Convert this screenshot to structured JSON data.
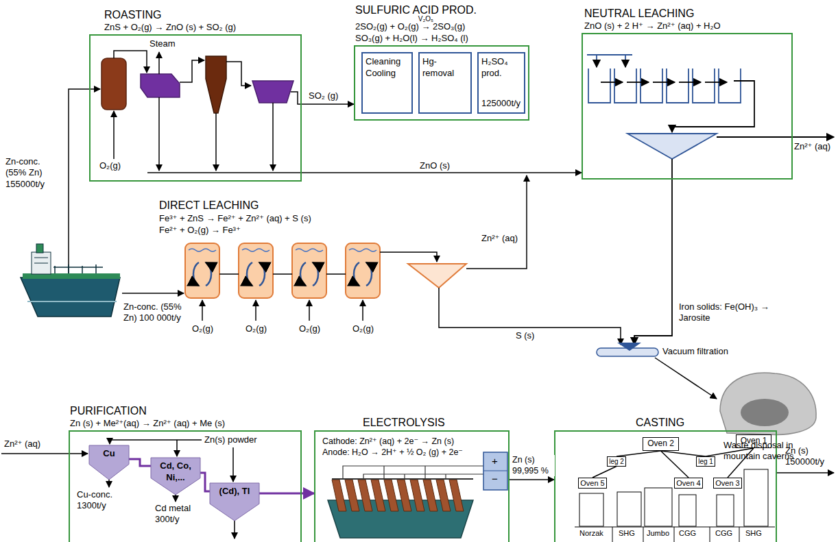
{
  "diagram": {
    "nodes": [
      {
        "text": [
          "ROASTING",
          "ZnS + O₂(g) → ZnO (s) + SO₂ (g)"
        ]
      },
      {
        "text": [
          "SULFURIC ACID PROD.",
          "2SO₂(g) + O₂(g) → 2SO₃(g)",
          "SO₃(g) + H₂O(l) → H₂SO₄ (l)"
        ]
      },
      {
        "text": [
          "Cleaning Cooling"
        ],
        "in": 1
      },
      {
        "text": [
          "Hg-removal"
        ],
        "in": 1
      },
      {
        "text": [
          "H₂SO₄ prod.",
          "125000t/y"
        ],
        "in": 1
      },
      {
        "text": [
          "NEUTRAL LEACHING",
          "ZnO (s) + 2 H⁺ → Zn²⁺ (aq) + H₂O"
        ]
      },
      {
        "text": [
          "PURIFICATION",
          "Zn (s) + Me²⁺(aq) → Zn²⁺ (aq) + Me (s)"
        ]
      },
      {
        "text": [
          "Cu"
        ],
        "in": 6
      },
      {
        "text": [
          "Cd, Co, Ni,..."
        ],
        "in": 6
      },
      {
        "text": [
          "(Cd), Tl"
        ],
        "in": 6
      },
      {
        "text": [
          "ELECTROLYSIS",
          "Cathode: Zn²⁺ (aq) + 2e⁻ → Zn (s)",
          "Anode: H₂O → 2H⁺ + ½ O₂ (g) + 2e⁻"
        ]
      },
      {
        "text": [
          "CASTING"
        ]
      },
      {
        "text": [
          "Oven 2"
        ],
        "in": 11
      },
      {
        "text": [
          "Oven 1"
        ],
        "in": 11
      },
      {
        "text": [
          "leg 2"
        ],
        "in": 11
      },
      {
        "text": [
          "leg 1"
        ],
        "in": 11
      },
      {
        "text": [
          "Oven 5"
        ],
        "in": 11
      },
      {
        "text": [
          "Oven 4"
        ],
        "in": 11
      },
      {
        "text": [
          "Oven 3"
        ],
        "in": 11
      }
    ],
    "edges": [
      {
        "from": 0,
        "to": 1,
        "label": "SO₂ (g)",
        "arrow": "to"
      },
      {
        "from": 0,
        "to": 5,
        "label": "ZnO (s)",
        "arrow": "to"
      },
      {
        "from": 7,
        "to": 8,
        "arrow": "none"
      },
      {
        "from": 8,
        "to": 9,
        "arrow": "none"
      },
      {
        "from": 9,
        "to": 10,
        "arrow": "to"
      },
      {
        "from": 10,
        "to": 11,
        "label": "Zn (s) 99,995 %",
        "arrow": "to"
      },
      {
        "from": 12,
        "to": 14,
        "arrow": "none"
      },
      {
        "from": 14,
        "to": 16,
        "arrow": "none"
      },
      {
        "from": 12,
        "to": 17,
        "arrow": "none"
      },
      {
        "from": 12,
        "to": 15,
        "arrow": "none"
      },
      {
        "from": 13,
        "to": 15,
        "arrow": "none"
      },
      {
        "from": 13,
        "to": 18,
        "arrow": "none"
      }
    ],
    "labels": [
      "Steam",
      "O₂(g)",
      "Zn-conc. (55% Zn) 155000t/y",
      "DIRECT LEACHING",
      "Fe³⁺ + ZnS → Fe²⁺ + Zn²⁺ (aq) + S (s)",
      "Fe²⁺ + O₂(g) → Fe³⁺",
      "Zn-conc. (55% Zn) 100 000t/y",
      "O₂(g)",
      "O₂(g)",
      "O₂(g)",
      "O₂(g)",
      "Zn²⁺ (aq)",
      "S (s)",
      "Iron solids: Fe(OH)₃ → Jarosite",
      "Zn²⁺ (aq)",
      "Vacuum filtration",
      "Waste disposal in mountain caverns",
      "V₂O₅",
      "Zn²⁺ (aq)",
      "Zn(s) powder",
      "Cu-conc. 1300t/y",
      "Cd metal 300t/y",
      "+",
      "−",
      "Norzak",
      "SHG",
      "Jumbo",
      "CGG",
      "CGG",
      "SHG",
      "Zn (s) 150000t/y"
    ]
  }
}
